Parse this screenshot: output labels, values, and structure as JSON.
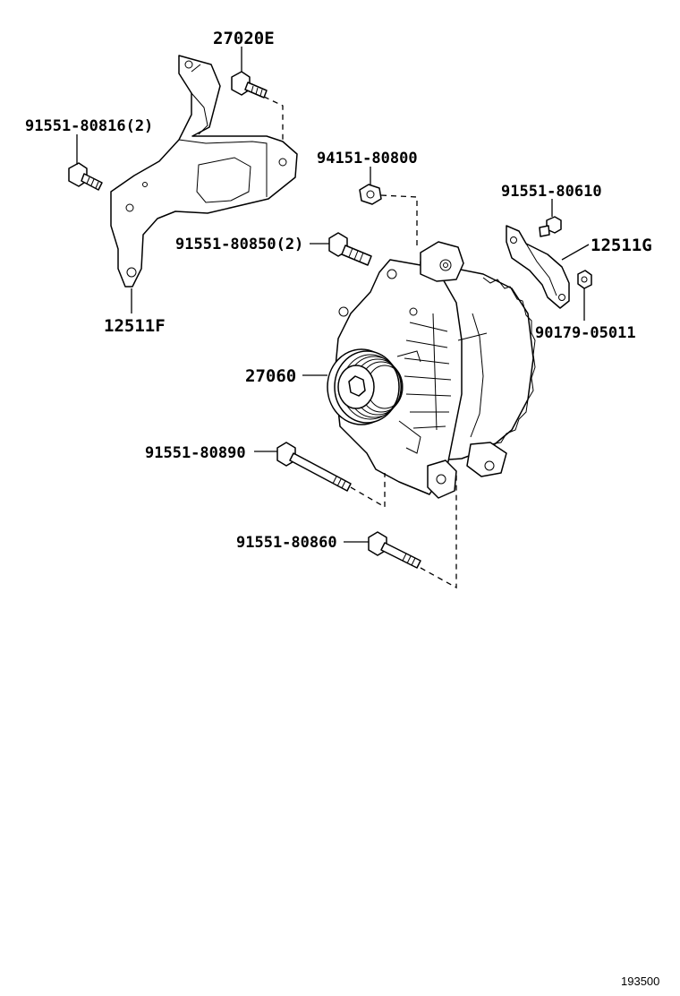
{
  "labels": {
    "p27020E": "27020E",
    "p91551_80816": "91551-80816(2)",
    "p12511F": "12511F",
    "p94151_80800": "94151-80800",
    "p91551_80850": "91551-80850(2)",
    "p91551_80610": "91551-80610",
    "p12511G": "12511G",
    "p90179_05011": "90179-05011",
    "p27060": "27060",
    "p91551_80890": "91551-80890",
    "p91551_80860": "91551-80860"
  },
  "figure_ref": "193500"
}
